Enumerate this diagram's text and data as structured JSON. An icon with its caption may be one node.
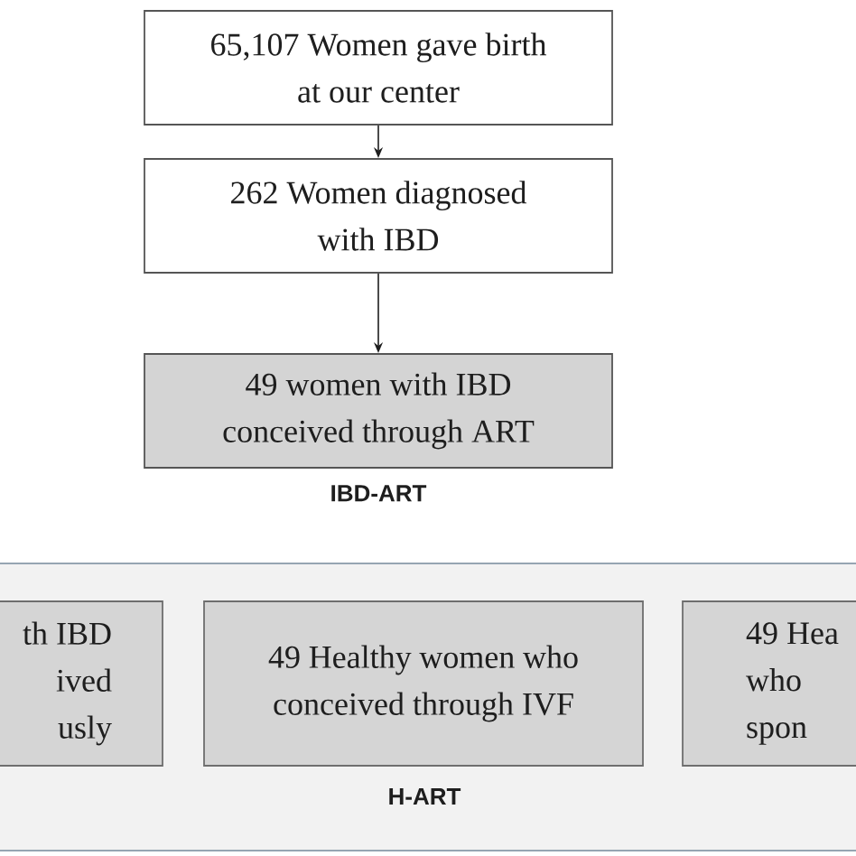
{
  "diagram": {
    "nodes": [
      {
        "text": [
          "65,107 Women gave birth at our center"
        ]
      },
      {
        "text": [
          "262 Women diagnosed with IBD"
        ]
      },
      {
        "text": [
          "49 women with IBD conceived through ART"
        ],
        "beside": [
          "IBD-ART"
        ]
      },
      {
        "text": [
          "H-ART"
        ]
      },
      {
        "text": [
          "th IBD ived usly"
        ],
        "in": 3
      },
      {
        "text": [
          "49 Healthy women who conceived through IVF"
        ],
        "in": 3
      },
      {
        "text": [
          "49 Hea who spon"
        ],
        "in": 3
      }
    ],
    "edges": [
      {
        "from": 0,
        "to": 1,
        "arrow": "to"
      },
      {
        "from": 1,
        "to": 2,
        "arrow": "to"
      }
    ]
  }
}
